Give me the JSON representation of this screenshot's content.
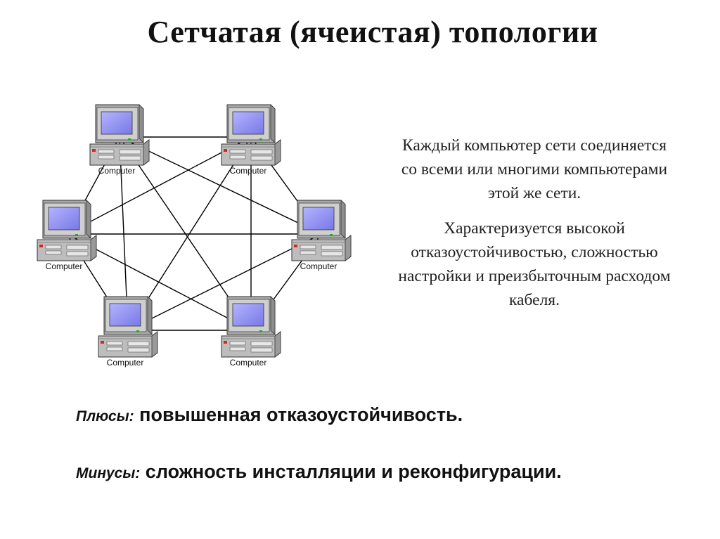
{
  "title": "Сетчатая (ячеистая) топологии",
  "diagram": {
    "nodes": [
      {
        "id": "top-left",
        "label": "Computer"
      },
      {
        "id": "top-right",
        "label": "Computer"
      },
      {
        "id": "mid-left",
        "label": "Computer"
      },
      {
        "id": "mid-right",
        "label": "Computer"
      },
      {
        "id": "bottom-left",
        "label": "Computer"
      },
      {
        "id": "bottom-right",
        "label": "Computer"
      }
    ],
    "edges": [
      [
        "top-left",
        "top-right"
      ],
      [
        "top-left",
        "mid-left"
      ],
      [
        "top-left",
        "mid-right"
      ],
      [
        "top-left",
        "bottom-left"
      ],
      [
        "top-left",
        "bottom-right"
      ],
      [
        "top-right",
        "mid-left"
      ],
      [
        "top-right",
        "mid-right"
      ],
      [
        "top-right",
        "bottom-left"
      ],
      [
        "top-right",
        "bottom-right"
      ],
      [
        "mid-left",
        "mid-right"
      ],
      [
        "mid-left",
        "bottom-left"
      ],
      [
        "mid-left",
        "bottom-right"
      ],
      [
        "mid-right",
        "bottom-left"
      ],
      [
        "mid-right",
        "bottom-right"
      ],
      [
        "bottom-left",
        "bottom-right"
      ]
    ],
    "colors": {
      "monitor_screen": "#8c8cf2",
      "case": "#c9c9c9",
      "line": "#000000"
    }
  },
  "description": {
    "p1": [
      "Каждый компьютер сети соединяется",
      "со всеми  или многими компьютерами",
      "этой же сети."
    ],
    "p2": [
      "Характеризуется высокой",
      "отказоустойчивостью, сложностью",
      "настройки и преизбыточным расходом",
      "кабеля."
    ]
  },
  "pros": {
    "label": "Плюсы:",
    "text": " повышенная отказоустойчивость."
  },
  "cons": {
    "label": "Минусы:",
    "text": " сложность инсталляции и реконфигурации."
  }
}
